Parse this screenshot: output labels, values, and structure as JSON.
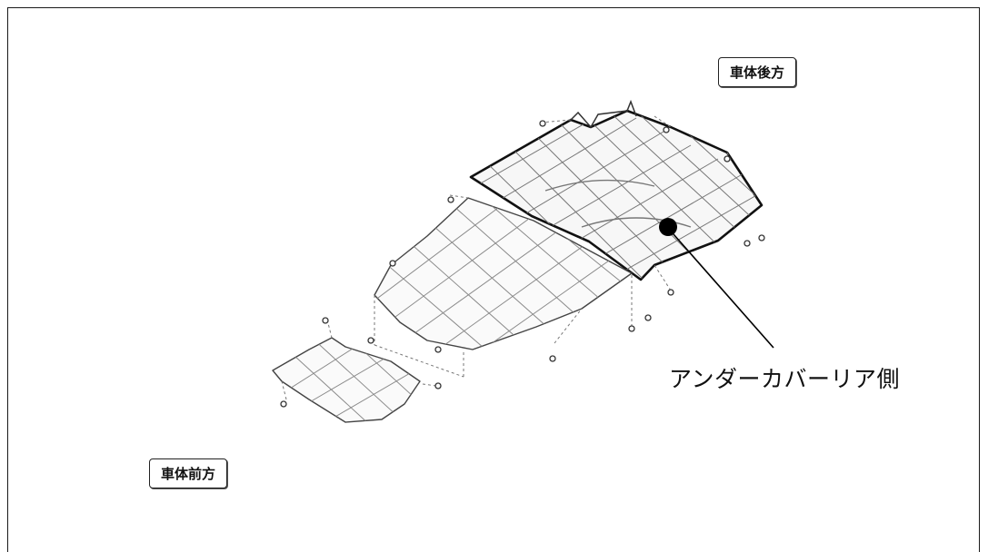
{
  "labels": {
    "rear": "車体後方",
    "front": "車体前方",
    "callout": "アンダーカバーリア側"
  },
  "colors": {
    "line": "#1a1a1a",
    "drawing": "#555555",
    "background": "#ffffff"
  }
}
